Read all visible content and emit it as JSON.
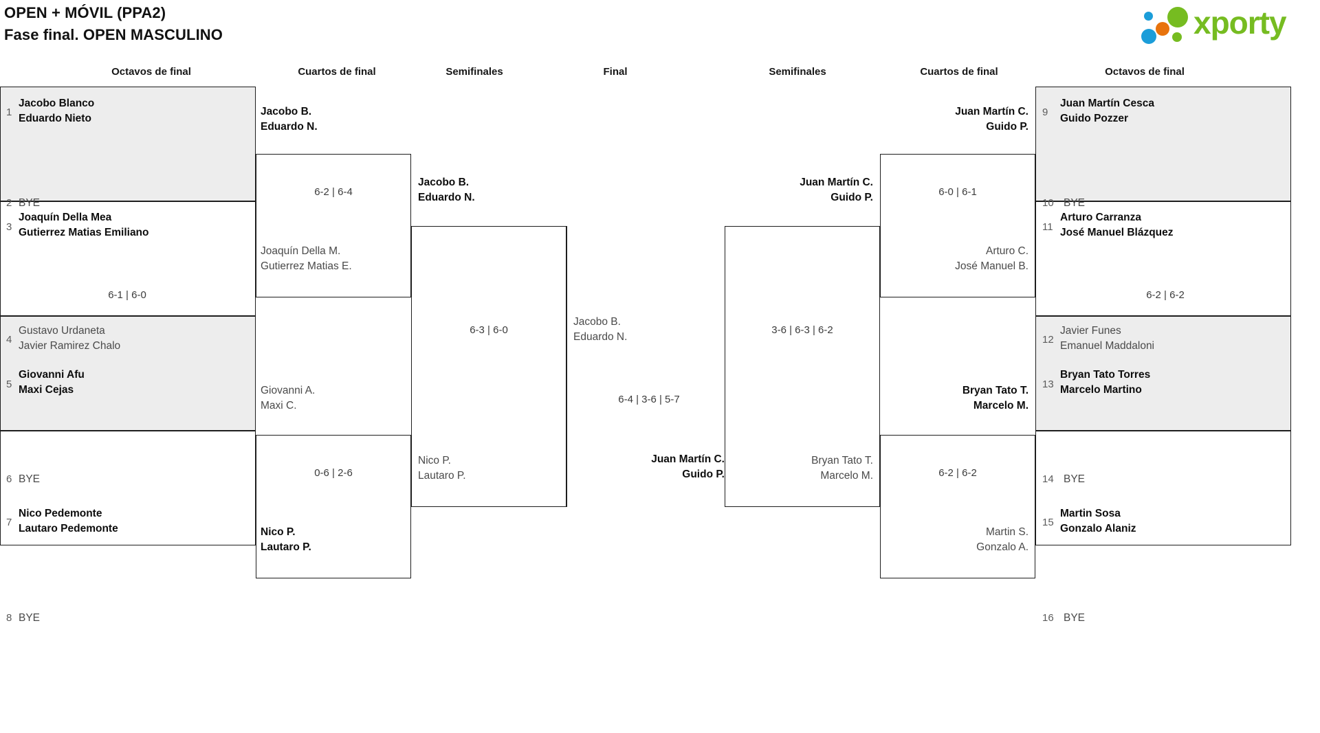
{
  "header": {
    "title_line1": "OPEN + MÓVIL (PPA2)",
    "title_line2": "Fase final. OPEN MASCULINO",
    "logo_text": "xporty"
  },
  "colors": {
    "logo_green": "#76bc21",
    "logo_blue": "#1b9dd9",
    "logo_orange": "#e8730c",
    "box_gray": "#ededed",
    "border": "#1d1d1d"
  },
  "round_headers": [
    {
      "label": "Octavos de final"
    },
    {
      "label": "Cuartos de final"
    },
    {
      "label": "Semifinales"
    },
    {
      "label": "Final"
    },
    {
      "label": "Semifinales"
    },
    {
      "label": "Cuartos de final"
    },
    {
      "label": "Octavos de final"
    }
  ],
  "left": {
    "r16": [
      {
        "seed": "1",
        "p1": "Jacobo Blanco",
        "p2": "Eduardo Nieto",
        "state": "win"
      },
      {
        "seed": "2",
        "p1": "BYE",
        "p2": "",
        "state": "bye"
      },
      {
        "seed": "3",
        "p1": "Joaquín Della Mea",
        "p2": "Gutierrez Matias Emiliano",
        "state": "win"
      },
      {
        "seed": "4",
        "p1": "Gustavo Urdaneta",
        "p2": "Javier Ramirez Chalo",
        "state": "lose"
      },
      {
        "seed": "5",
        "p1": "Giovanni Afu",
        "p2": "Maxi Cejas",
        "state": "win"
      },
      {
        "seed": "6",
        "p1": "BYE",
        "p2": "",
        "state": "bye"
      },
      {
        "seed": "7",
        "p1": "Nico Pedemonte",
        "p2": "Lautaro Pedemonte",
        "state": "win"
      },
      {
        "seed": "8",
        "p1": "BYE",
        "p2": "",
        "state": "bye"
      }
    ],
    "r16_scores": [
      "",
      "6-1 | 6-0",
      "",
      ""
    ],
    "qf": [
      {
        "winner_p1": "Jacobo B.",
        "winner_p2": "Eduardo N.",
        "loser_p1": "Joaquín Della M.",
        "loser_p2": "Gutierrez Matias E.",
        "score": "6-2 | 6-4"
      },
      {
        "winner_p1": "Nico P.",
        "winner_p2": "Lautaro P.",
        "loser_p1": "Giovanni A.",
        "loser_p2": "Maxi C.",
        "score": "0-6 | 2-6"
      }
    ],
    "sf": [
      {
        "winner_p1": "Jacobo B.",
        "winner_p2": "Eduardo N.",
        "loser_p1": "Nico P.",
        "loser_p2": "Lautaro P.",
        "score": "6-3 | 6-0"
      }
    ]
  },
  "final": {
    "top_p1": "Jacobo B.",
    "top_p2": "Eduardo N.",
    "score": "6-4 | 3-6 | 5-7",
    "bottom_p1": "Juan Martín C.",
    "bottom_p2": "Guido P."
  },
  "right": {
    "r16": [
      {
        "seed": "9",
        "p1": "Juan Martín Cesca",
        "p2": "Guido Pozzer",
        "state": "win"
      },
      {
        "seed": "10",
        "p1": "BYE",
        "p2": "",
        "state": "bye"
      },
      {
        "seed": "11",
        "p1": "Arturo Carranza",
        "p2": "José Manuel Blázquez",
        "state": "win"
      },
      {
        "seed": "12",
        "p1": "Javier Funes",
        "p2": "Emanuel Maddaloni",
        "state": "lose"
      },
      {
        "seed": "13",
        "p1": "Bryan Tato Torres",
        "p2": "Marcelo Martino",
        "state": "win"
      },
      {
        "seed": "14",
        "p1": "BYE",
        "p2": "",
        "state": "bye"
      },
      {
        "seed": "15",
        "p1": "Martin Sosa",
        "p2": "Gonzalo Alaniz",
        "state": "win"
      },
      {
        "seed": "16",
        "p1": "BYE",
        "p2": "",
        "state": "bye"
      }
    ],
    "r16_scores": [
      "",
      "6-2 | 6-2",
      "",
      ""
    ],
    "qf": [
      {
        "winner_p1": "Juan Martín C.",
        "winner_p2": "Guido P.",
        "loser_p1": "Arturo C.",
        "loser_p2": "José Manuel B.",
        "score": "6-0 | 6-1"
      },
      {
        "winner_p1": "Bryan Tato T.",
        "winner_p2": "Marcelo M.",
        "loser_p1": "Martin S.",
        "loser_p2": "Gonzalo A.",
        "score": "6-2 | 6-2"
      }
    ],
    "sf": [
      {
        "winner_p1": "Juan Martín C.",
        "winner_p2": "Guido P.",
        "loser_p1": "Bryan Tato T.",
        "loser_p2": "Marcelo M.",
        "score": "3-6 | 6-3 | 6-2"
      }
    ]
  }
}
